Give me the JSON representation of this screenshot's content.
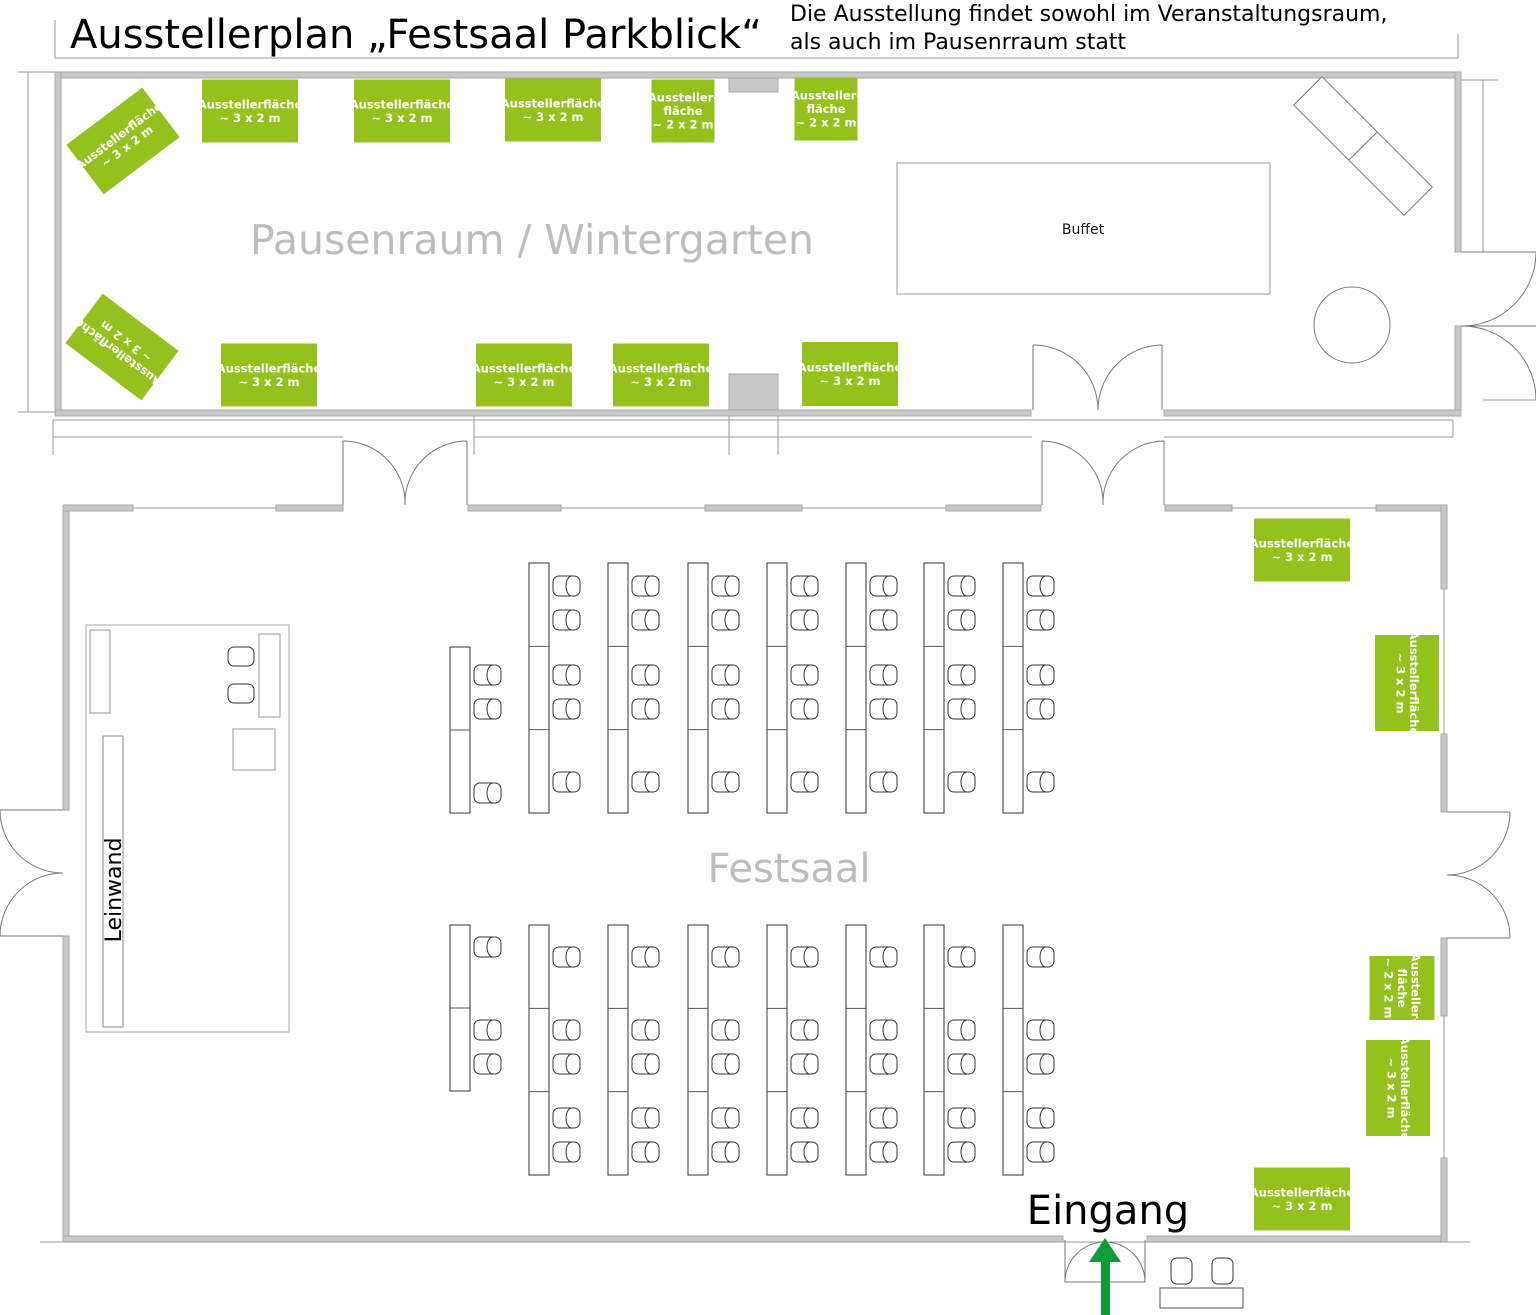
{
  "header": {
    "title": "Ausstellerplan „Festsaal Parkblick“",
    "note_line1": "Die Ausstellung findet sowohl im Veranstaltungsraum,",
    "note_line2": "als auch im Pausenrraum statt"
  },
  "rooms": {
    "pausenraum": "Pausenraum / Wintergarten",
    "buffet": "Buffet",
    "festsaal": "Festsaal",
    "leinwand": "Leinwand",
    "eingang": "Eingang"
  },
  "colors": {
    "booth": "#95c11f",
    "arrow": "#109a3a",
    "room_label": "#bdbdbd"
  },
  "booths": [
    {
      "room": "Pausenraum",
      "lines": [
        "Ausstellerfläche",
        "~ 3 x 2 m"
      ]
    },
    {
      "room": "Pausenraum",
      "lines": [
        "Ausstellerfläche",
        "~ 3 x 2 m"
      ]
    },
    {
      "room": "Pausenraum",
      "lines": [
        "Ausstellerfläche",
        "~ 3 x 2 m"
      ]
    },
    {
      "room": "Pausenraum",
      "lines": [
        "Ausstellerfläche",
        "~ 3 x 2 m"
      ]
    },
    {
      "room": "Pausenraum",
      "lines": [
        "Aussteller-",
        "fläche",
        "~ 2 x 2 m"
      ]
    },
    {
      "room": "Pausenraum",
      "lines": [
        "Aussteller-",
        "fläche",
        "~ 2 x 2 m"
      ]
    },
    {
      "room": "Pausenraum",
      "lines": [
        "Ausstellerfläche",
        "~ 3 x 2 m"
      ]
    },
    {
      "room": "Pausenraum",
      "lines": [
        "Ausstellerfläche",
        "~ 3 x 2 m"
      ]
    },
    {
      "room": "Pausenraum",
      "lines": [
        "Ausstellerfläche",
        "~ 3 x 2 m"
      ]
    },
    {
      "room": "Pausenraum",
      "lines": [
        "Ausstellerfläche",
        "~ 3 x 2 m"
      ]
    },
    {
      "room": "Pausenraum",
      "lines": [
        "Ausstellerfläche",
        "~ 3 x 2 m"
      ]
    },
    {
      "room": "Festsaal",
      "lines": [
        "Ausstellerfläche",
        "~ 3 x 2 m"
      ]
    },
    {
      "room": "Festsaal",
      "lines": [
        "Ausstellerfläche",
        "~ 3 x 2 m"
      ]
    },
    {
      "room": "Festsaal",
      "lines": [
        "Aussteller-",
        "fläche",
        "~ 2 x 2 m"
      ]
    },
    {
      "room": "Festsaal",
      "lines": [
        "Ausstellerfläche",
        "~ 3 x 2 m"
      ]
    },
    {
      "room": "Festsaal",
      "lines": [
        "Ausstellerfläche",
        "~ 3 x 2 m"
      ]
    }
  ]
}
